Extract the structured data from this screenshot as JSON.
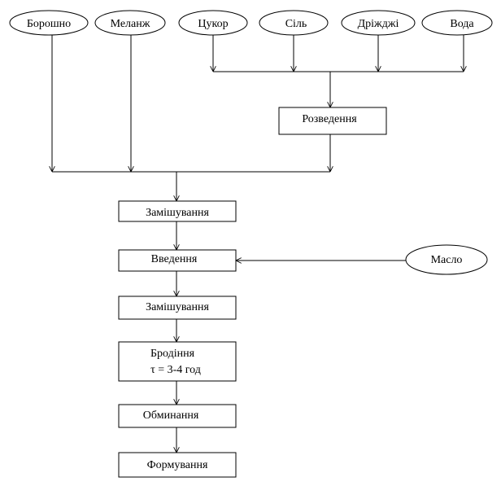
{
  "inputs": {
    "flour": "Борошно",
    "melange": "Меланж",
    "sugar": "Цукор",
    "salt": "Сіль",
    "yeast": "Дріжджі",
    "water": "Вода",
    "butter": "Масло"
  },
  "steps": {
    "dilution": "Розведення",
    "mixing_1": "Замішування",
    "addition": "Введення",
    "mixing_2": "Замішування",
    "fermentation": "Бродіння",
    "fermentation_time": "τ = 3-4 год",
    "punching_down": "Обминання",
    "forming": "Формування"
  }
}
